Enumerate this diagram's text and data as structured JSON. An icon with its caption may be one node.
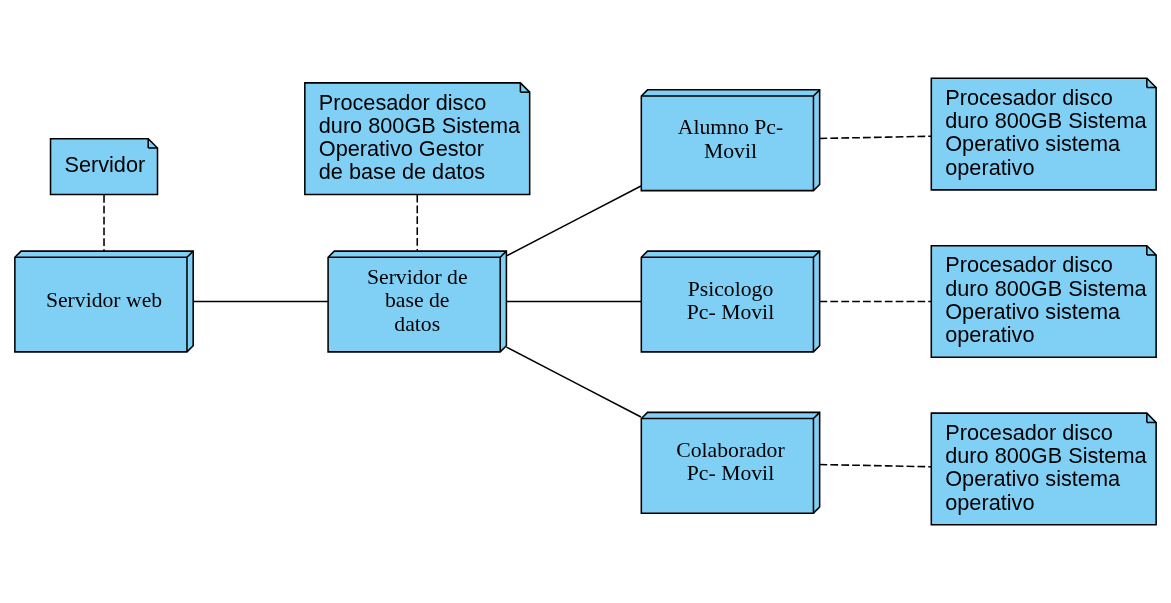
{
  "diagram": {
    "nodes": [
      {
        "text": [
          "Servidor"
        ]
      },
      {
        "text": [
          "Servidor web"
        ]
      },
      {
        "text": [
          "Procesador disco duro 800GB Sistema Operativo Gestor de base de datos"
        ]
      },
      {
        "text": [
          "Servidor de base de datos"
        ]
      },
      {
        "text": [
          "Alumno Pc- Movil"
        ]
      },
      {
        "text": [
          "Procesador disco duro 800GB Sistema Operativo sistema operativo"
        ]
      },
      {
        "text": [
          "Psicologo Pc- Movil"
        ]
      },
      {
        "text": [
          "Procesador disco duro 800GB Sistema Operativo sistema operativo"
        ]
      },
      {
        "text": [
          "Colaborador Pc- Movil"
        ]
      },
      {
        "text": [
          "Procesador disco duro 800GB Sistema Operativo sistema operativo"
        ]
      }
    ],
    "edges": [
      {
        "from": 0,
        "to": 1,
        "arrow": "none",
        "style": "dashed"
      },
      {
        "from": 1,
        "to": 3,
        "arrow": "none"
      },
      {
        "from": 2,
        "to": 3,
        "arrow": "none",
        "style": "dashed"
      },
      {
        "from": 3,
        "to": 4,
        "arrow": "none"
      },
      {
        "from": 3,
        "to": 6,
        "arrow": "none"
      },
      {
        "from": 3,
        "to": 8,
        "arrow": "none"
      },
      {
        "from": 4,
        "to": 5,
        "arrow": "none",
        "style": "dashed"
      },
      {
        "from": 6,
        "to": 7,
        "arrow": "none",
        "style": "dashed"
      },
      {
        "from": 8,
        "to": 9,
        "arrow": "none",
        "style": "dashed"
      }
    ]
  }
}
